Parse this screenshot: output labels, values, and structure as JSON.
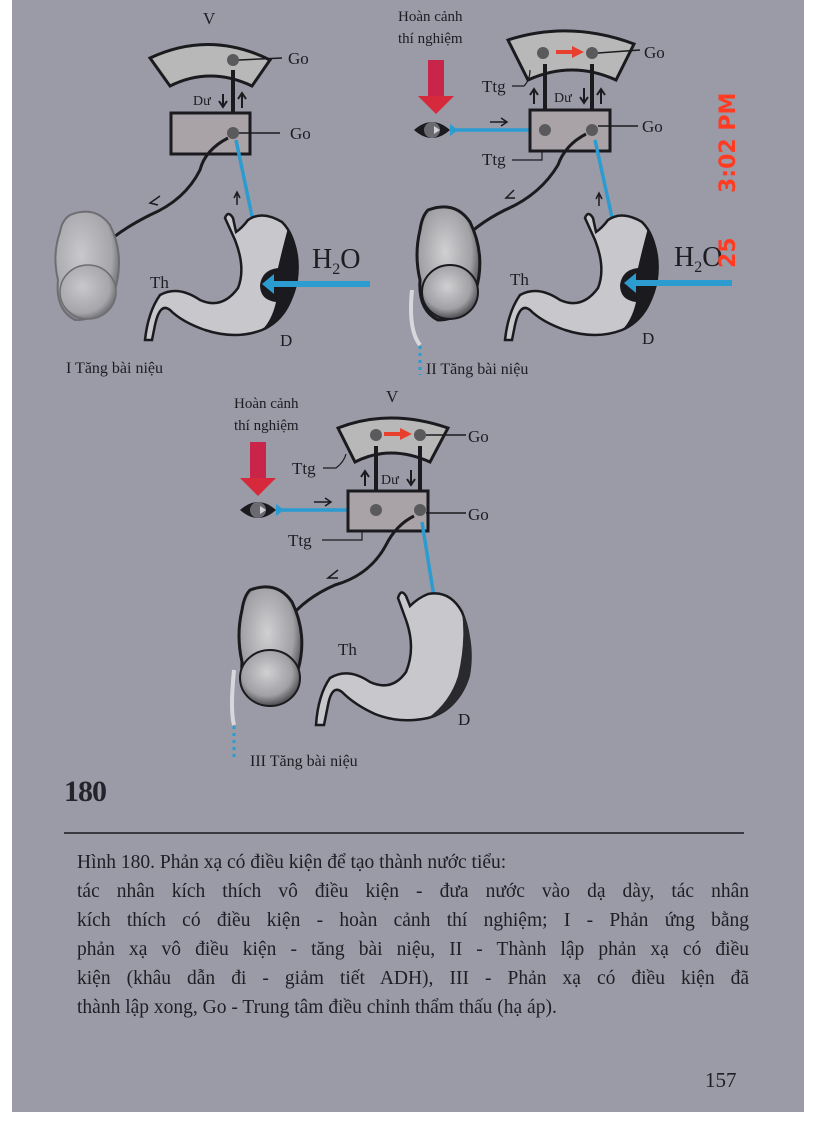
{
  "page": {
    "background": "#9b9ba7",
    "figure_number": "180",
    "page_number": "157"
  },
  "camera_stamp": {
    "time": "3:02 PM",
    "day": "25",
    "color": "#ff3b22"
  },
  "diagrams": {
    "d1": {
      "top_label": "V",
      "go_top": "Go",
      "go_bottom": "Go",
      "du": "Dư",
      "h2o_h": "H",
      "h2o_sub": "2",
      "h2o_o": "O",
      "th": "Th",
      "d": "D",
      "caption": "I  Tăng bài niệu"
    },
    "d2": {
      "stimulus_line1": "Hoàn cảnh",
      "stimulus_line2": "thí nghiệm",
      "go_top": "Go",
      "go_bottom": "Go",
      "ttg_top": "Ttg",
      "ttg_bottom": "Ttg",
      "du": "Dư",
      "h2o_h": "H",
      "h2o_sub": "2",
      "h2o_o": "O",
      "th": "Th",
      "d": "D",
      "caption": "II  Tăng bài niệu"
    },
    "d3": {
      "top_label": "V",
      "stimulus_line1": "Hoàn cảnh",
      "stimulus_line2": "thí nghiệm",
      "go_top": "Go",
      "go_bottom": "Go",
      "ttg_top": "Ttg",
      "ttg_bottom": "Ttg",
      "du": "Dư",
      "th": "Th",
      "d": "D",
      "caption": "III  Tăng bài niệu"
    }
  },
  "colors": {
    "blue_pathway": "#2b9bd0",
    "red_stimulus": "#d62a3c",
    "red_arrow": "#e8402c",
    "box_fill": "#a9a3a8",
    "arc_fill": "#b9b8b8",
    "outline": "#1b1b1f"
  },
  "caption": {
    "title_bold": "Hình 180.",
    "title_rest": " Phản xạ có điều kiện để tạo thành nước tiểu:",
    "lines": [
      "tác nhân kích thích vô điều kiện - đưa nước vào dạ dày, tác nhân",
      "kích thích có điều kiện - hoàn cảnh thí nghiệm; I - Phản ứng bằng",
      "phản xạ vô điều kiện - tăng bài niệu, II - Thành lập phản xạ có điều",
      "kiện (khâu dẫn đi - giảm tiết ADH), III - Phản xạ có điều kiện đã",
      "thành lập xong, Go - Trung tâm điều chỉnh thẩm thấu (hạ áp)."
    ]
  }
}
